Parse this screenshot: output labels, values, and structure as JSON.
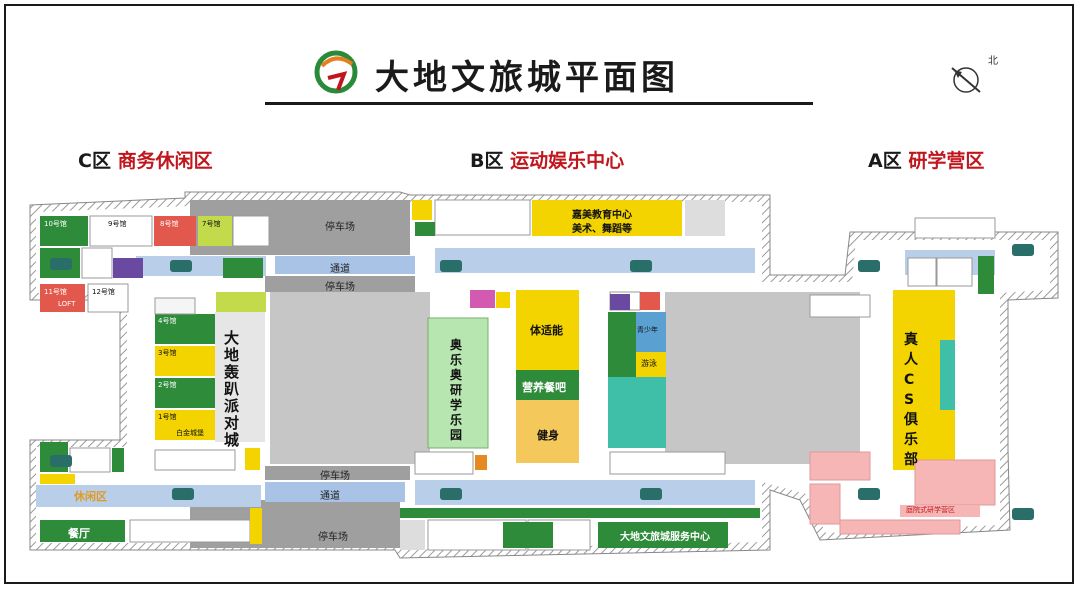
{
  "header": {
    "title": "大地文旅城平面图",
    "north": "北"
  },
  "zones": [
    {
      "letter": "C区",
      "name": "商务休闲区"
    },
    {
      "letter": "B区",
      "name": "运动娱乐中心"
    },
    {
      "letter": "A区",
      "name": "研学营区"
    }
  ],
  "areas": {
    "parking": [
      "停车场",
      "停车场",
      "停车场",
      "停车场"
    ],
    "aisle": [
      "通道",
      "通道"
    ],
    "c_main": "大地轰趴派对城",
    "b_sci": "奥乐奥研学乐园",
    "b_gym": "体适能",
    "b_nutrition": "营养餐吧",
    "b_fitness": "健身",
    "b_edu": "嘉美教育中心",
    "b_edu_sub": "美术、舞蹈等",
    "b_youth": "青少年",
    "b_swim": "游泳",
    "a_cs": "真人CS俱乐部",
    "c_restaurant": "餐厅",
    "c_leisure": "休闲区",
    "b_service": "大地文旅城服务中心",
    "a_camp": "庭院式研学营区",
    "c_pavilions": [
      "1号馆",
      "2号馆",
      "3号馆",
      "4号馆"
    ],
    "c_lofts": [
      "10号馆",
      "9号馆",
      "8号馆",
      "7号馆",
      "11号馆",
      "12号馆"
    ],
    "c_loft_word": "LOFT",
    "c_white_hall": "白金城堡"
  }
}
